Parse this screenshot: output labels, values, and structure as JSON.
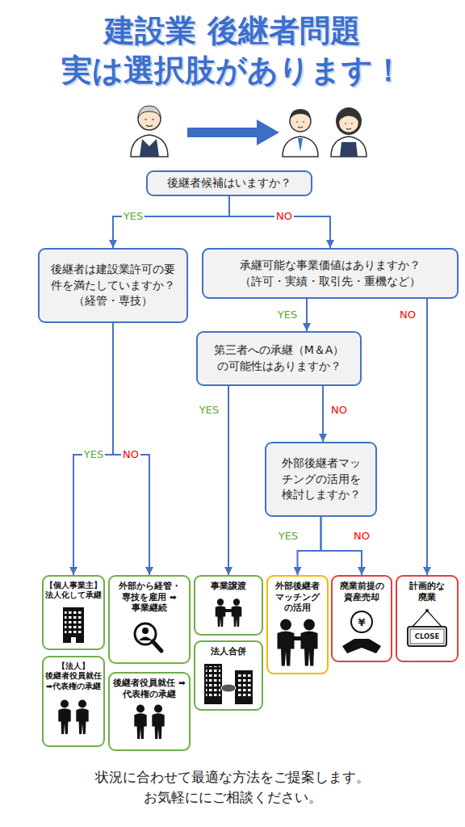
{
  "diagram": {
    "title": "建設業 後継者問題 実は選択肢があります！",
    "caption": "状況に合わせて最適な方法をご提案します。 お気軽ににご相談ください。",
    "nodes": [
      {
        "text": [
          "後継者候補はいますか？"
        ]
      },
      {
        "text": [
          "後継者は建設業許可の要 件を満たしていますか？ （経管・専技）"
        ]
      },
      {
        "text": [
          "承継可能な事業価値はありますか？ （許可・実績・取引先・重機など）"
        ]
      },
      {
        "text": [
          "第三者への承継（M＆A） の可能性はありますか？"
        ]
      },
      {
        "text": [
          "外部後継者マッ チングの活用を 検討しますか？"
        ]
      },
      {
        "text": [
          "【個人事業主】 法人化して承継"
        ]
      },
      {
        "text": [
          "外部から経管・ 専技を雇用 ➡事業継続"
        ]
      },
      {
        "text": [
          "事業譲渡"
        ]
      },
      {
        "text": [
          "外部後継者 マッチング の活用"
        ]
      },
      {
        "text": [
          "廃業前提の 資産売却"
        ]
      },
      {
        "text": [
          "計画的な 廃業"
        ]
      },
      {
        "text": [
          "【法人】 後継者役員就任 ➡代表権の承継"
        ]
      },
      {
        "text": [
          "後継者役員就任 ➡代表権の承継"
        ]
      },
      {
        "text": [
          "法人合併"
        ]
      }
    ],
    "edges": [
      {
        "from": 0,
        "to": 1,
        "label": "YES",
        "arrow": "to"
      },
      {
        "from": 0,
        "to": 2,
        "label": "NO",
        "arrow": "to"
      },
      {
        "from": 1,
        "to": 5,
        "label": "YES",
        "arrow": "to"
      },
      {
        "from": 1,
        "to": 6,
        "label": "NO",
        "arrow": "to"
      },
      {
        "from": 2,
        "to": 3,
        "label": "YES",
        "arrow": "to"
      },
      {
        "from": 2,
        "to": 10,
        "label": "NO",
        "arrow": "to"
      },
      {
        "from": 3,
        "to": 7,
        "label": "YES",
        "arrow": "to"
      },
      {
        "from": 3,
        "to": 4,
        "label": "NO",
        "arrow": "to"
      },
      {
        "from": 4,
        "to": 8,
        "label": "YES",
        "arrow": "to"
      },
      {
        "from": 4,
        "to": 9,
        "label": "NO",
        "arrow": "to"
      }
    ],
    "labels": [
      "¥",
      "CLOSE"
    ]
  }
}
